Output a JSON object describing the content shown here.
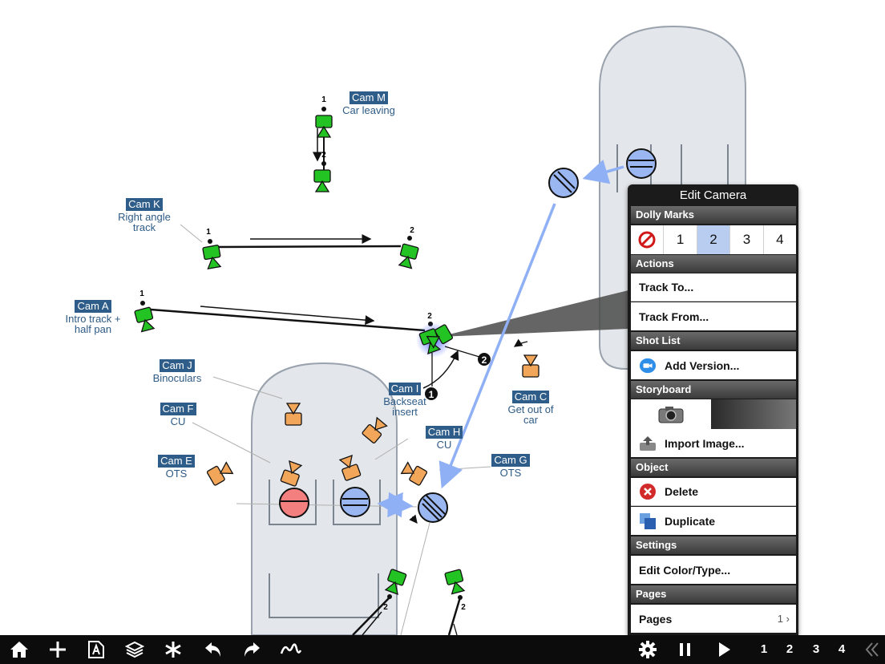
{
  "cameras": [
    {
      "id": "cam-m",
      "tag": "Cam M",
      "desc": [
        "Car leaving"
      ]
    },
    {
      "id": "cam-k",
      "tag": "Cam K",
      "desc": [
        "Right angle",
        "track"
      ]
    },
    {
      "id": "cam-a",
      "tag": "Cam A",
      "desc": [
        "Intro track +",
        "half pan"
      ]
    },
    {
      "id": "cam-j",
      "tag": "Cam J",
      "desc": [
        "Binoculars"
      ]
    },
    {
      "id": "cam-f",
      "tag": "Cam F",
      "desc": [
        "CU"
      ]
    },
    {
      "id": "cam-e",
      "tag": "Cam E",
      "desc": [
        "OTS"
      ]
    },
    {
      "id": "cam-i",
      "tag": "Cam I",
      "desc": [
        "Backseat",
        "insert"
      ]
    },
    {
      "id": "cam-h",
      "tag": "Cam H",
      "desc": [
        "CU"
      ]
    },
    {
      "id": "cam-c",
      "tag": "Cam C",
      "desc": [
        "Get out of",
        "car"
      ]
    },
    {
      "id": "cam-g",
      "tag": "Cam G",
      "desc": [
        "OTS"
      ]
    }
  ],
  "dolly_mark_labels": {
    "m1": "1",
    "m2": "2"
  },
  "edit_camera": {
    "title": "Edit Camera",
    "sections": {
      "dolly_marks": "Dolly Marks",
      "actions": "Actions",
      "shot_list": "Shot List",
      "storyboard": "Storyboard",
      "object": "Object",
      "settings": "Settings",
      "pages": "Pages"
    },
    "dolly_options": [
      "1",
      "2",
      "3",
      "4"
    ],
    "dolly_selected": "2",
    "track_to": "Track To...",
    "track_from": "Track From...",
    "add_version": "Add Version...",
    "import_image": "Import Image...",
    "delete": "Delete",
    "duplicate": "Duplicate",
    "edit_color_type": "Edit Color/Type...",
    "pages_label": "Pages",
    "pages_count": "1",
    "pages_chevron": "›"
  },
  "toolbar": {
    "icons": [
      "home-icon",
      "add-icon",
      "text-icon",
      "layers-icon",
      "asterisk-icon",
      "undo-icon",
      "redo-icon",
      "path-icon",
      "settings-icon",
      "pause-icon",
      "play-icon",
      "collapse-icon"
    ],
    "pages": [
      "1",
      "2",
      "3",
      "4"
    ]
  },
  "colors": {
    "camera_green": "#22c322",
    "camera_orange": "#f2a65a",
    "label_blue": "#2f5d89",
    "actor_blue": "#9bb7f2",
    "actor_red": "#f47f7f",
    "path_blue": "#8fb0f5",
    "car_gray": "#e3e6ea"
  }
}
